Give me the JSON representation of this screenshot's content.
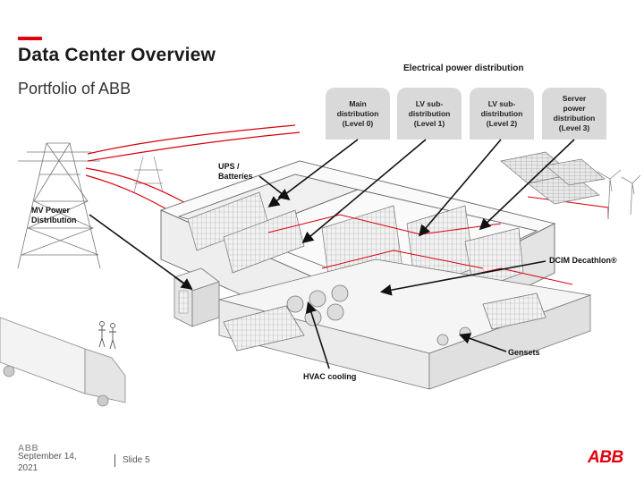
{
  "header": {
    "title": "Data Center Overview",
    "subtitle": "Portfolio of ABB",
    "accent_color": "#e3000f"
  },
  "electrical_distribution": {
    "heading": "Electrical power distribution",
    "tabs": [
      "Main\ndistribution\n(Level 0)",
      "LV sub-\ndistribution\n(Level 1)",
      "LV sub-\ndistribution\n(Level 2)",
      "Server\npower\ndistribution\n(Level 3)"
    ]
  },
  "callouts": {
    "ups": "UPS /\nBatteries",
    "mv": "MV Power\nDistribution",
    "dcim": "DCIM Decathlon®",
    "gensets": "Gensets",
    "hvac": "HVAC cooling"
  },
  "footer": {
    "logo_small": "ABB",
    "date": "September 14,\n2021",
    "slide": "Slide 5",
    "logo": "ABB"
  },
  "colors": {
    "power_line": "#d7000f",
    "tab_fill": "#d9d9d9",
    "drawing_line": "#666666"
  }
}
